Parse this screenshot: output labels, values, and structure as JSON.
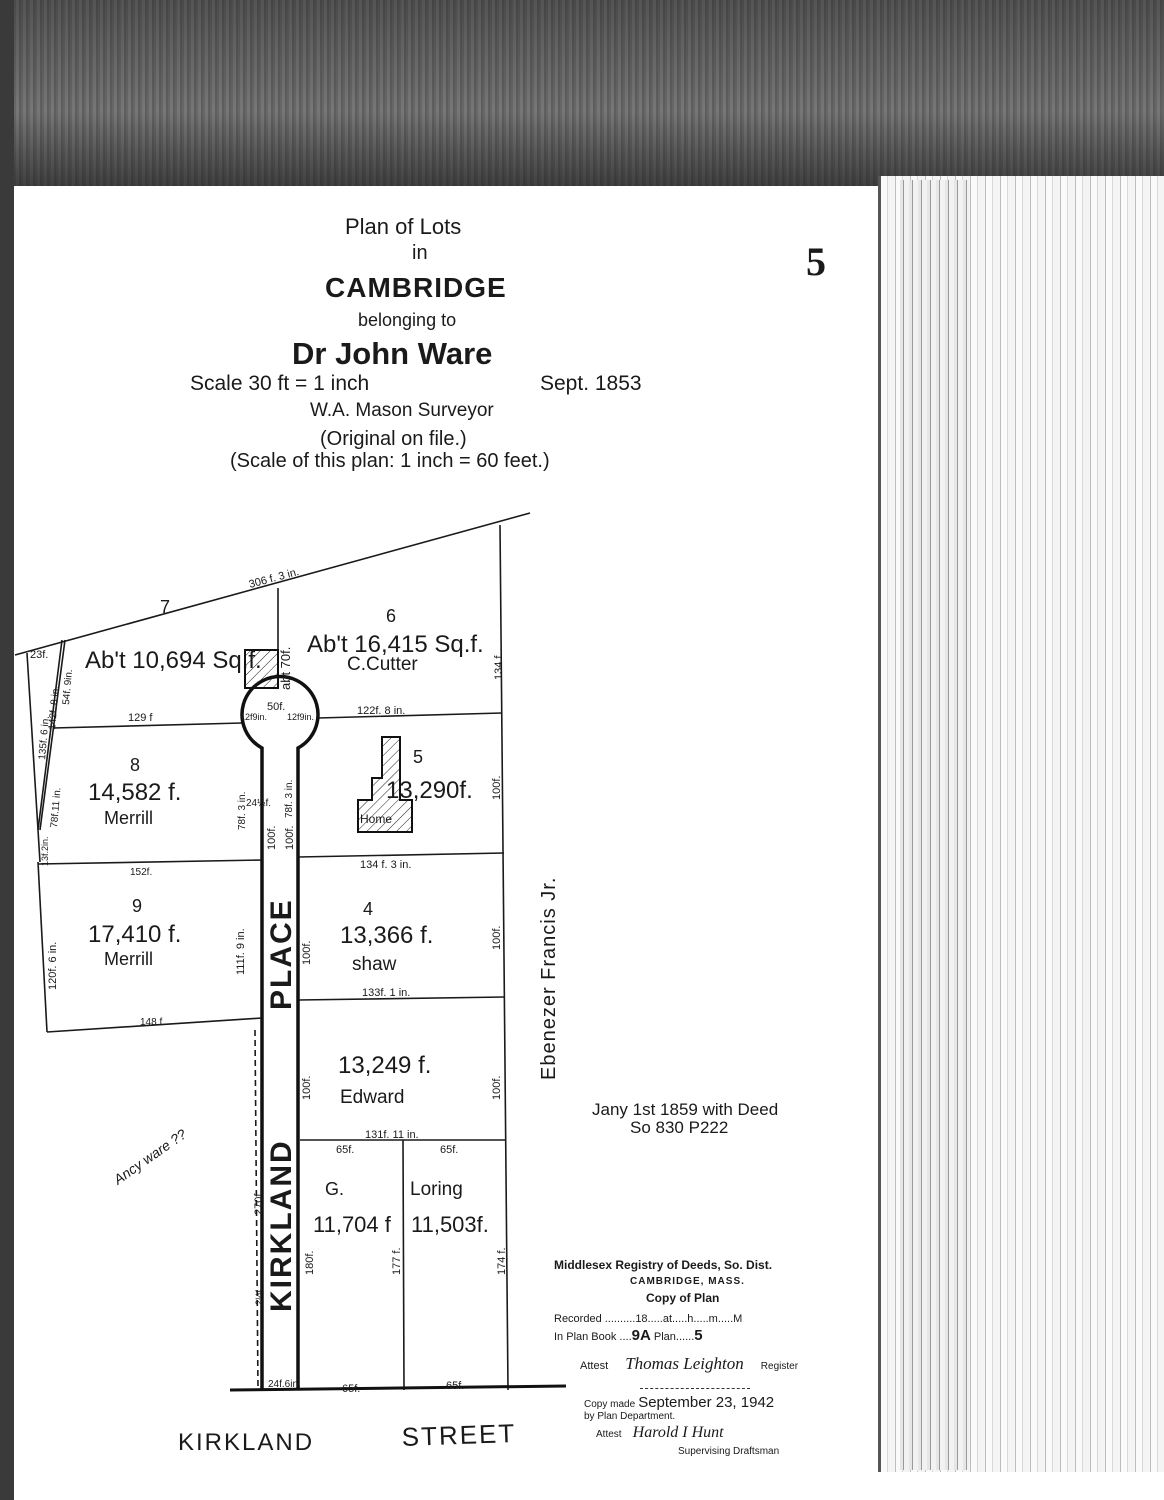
{
  "header": {
    "line1": "Plan of Lots",
    "line2": "in",
    "city": "CAMBRIDGE",
    "line4": "belonging to",
    "owner": "Dr John Ware",
    "scale": "Scale 30 ft = 1 inch",
    "date": "Sept. 1853",
    "surveyor": "W.A. Mason Surveyor",
    "original": "(Original on file.)",
    "plan_scale": "(Scale of this plan: 1 inch = 60 feet.)",
    "page_number": "5"
  },
  "lots": [
    {
      "number": "7",
      "area": "Ab't 10,694 Sq.f.",
      "owner": ""
    },
    {
      "number": "6",
      "area": "Ab't 16,415 Sq.f.",
      "owner": "C.Cutter"
    },
    {
      "number": "8",
      "area": "14,582 f.",
      "owner": "Merrill"
    },
    {
      "number": "5",
      "area": "13,290f.",
      "owner": "",
      "building": "Home"
    },
    {
      "number": "9",
      "area": "17,410 f.",
      "owner": "Merrill"
    },
    {
      "number": "4",
      "area": "13,366 f.",
      "owner": "shaw"
    },
    {
      "number": "",
      "area": "13,249 f.",
      "owner": "Edward"
    },
    {
      "number": "G.",
      "area": "11,704 f",
      "owner": ""
    },
    {
      "number": "",
      "area": "11,503f.",
      "owner": "Loring"
    }
  ],
  "dimensions": {
    "top": "306 f. 3 in.",
    "d23": "23f.",
    "d135": "135f. 6 in.",
    "d142": "142f. 8 in.",
    "d54": "54f. 9in.",
    "abt70": "abt 70f.",
    "d134a": "134 f.",
    "d50": "50f.",
    "d12a": "12f9in.",
    "d12b": "12f9in.",
    "d129": "129 f",
    "d122": "122f. 8 in.",
    "d78a": "78f.11 in.",
    "d13": "13f.2in.",
    "d78b": "78f. 3 in.",
    "d24": "24½f.",
    "d78c": "78f. 3 in.",
    "d100a": "100f.",
    "d100b": "100f.",
    "d100c": "100f.",
    "d152": "152f.",
    "d134b": "134 f. 3 in.",
    "d120": "120f. 6 in.",
    "d111": "111f. 9 in.",
    "d100d": "100f.",
    "d100e": "100f.",
    "d133": "133f. 1 in.",
    "d148": "148 f.",
    "d100f": "100f.",
    "d100g": "100f.",
    "d131": "131f. 11 in.",
    "d65a": "65f.",
    "d65b": "65f.",
    "d270": "270f.",
    "d180": "180f.",
    "d177": "177 f.",
    "d174": "174 f.",
    "d24b": "24f.6in.",
    "d65c": "65f.",
    "d65d": "65f.",
    "d212": "2½f."
  },
  "streets": {
    "place": "PLACE",
    "kirkland": "KIRKLAND",
    "street_word1": "KIRKLAND",
    "street_word2": "STREET",
    "abutter": "Ebenezer Francis Jr."
  },
  "notes": {
    "deed_line1": "Jany 1st 1859 with Deed",
    "deed_line2": "So 830 P222",
    "pencil": "Ancy ware ??"
  },
  "registry": {
    "title": "Middlesex Registry of Deeds, So. Dist.",
    "location": "CAMBRIDGE, MASS.",
    "subtitle": "Copy of Plan",
    "recorded": "Recorded ..........18.....at.....h.....m.....M",
    "plan_book_label": "In Plan Book ....",
    "plan_book": "9A",
    "plan_label": "Plan......",
    "plan": "5",
    "attest_label": "Attest",
    "register_signature": "Thomas Leighton",
    "register_label": "Register",
    "copy_made_label": "Copy made",
    "copy_date": "September 23, 1942",
    "by_dept": "by Plan Department.",
    "attest2_label": "Attest",
    "draftsman_signature": "Harold I Hunt",
    "draftsman_label": "Supervising Draftsman"
  }
}
